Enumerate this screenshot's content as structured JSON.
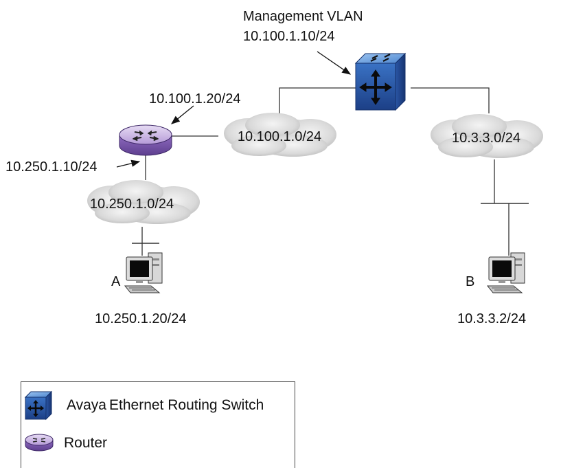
{
  "labels": {
    "mgmt_vlan": "Management VLAN",
    "mgmt_ip": "10.100.1.10/24",
    "router_ip_mgmt": "10.100.1.20/24",
    "router_ip_lan": "10.250.1.10/24",
    "cloud_mgmt": "10.100.1.0/24",
    "cloud_b": "10.3.3.0/24",
    "cloud_a": "10.250.1.0/24",
    "host_a_name": "A",
    "host_a_ip": "10.250.1.20/24",
    "host_b_name": "B",
    "host_b_ip": "10.3.3.2/24"
  },
  "legend": {
    "switch_brand": "Avaya",
    "switch_label": "Ethernet Routing Switch",
    "router_label": "Router"
  }
}
